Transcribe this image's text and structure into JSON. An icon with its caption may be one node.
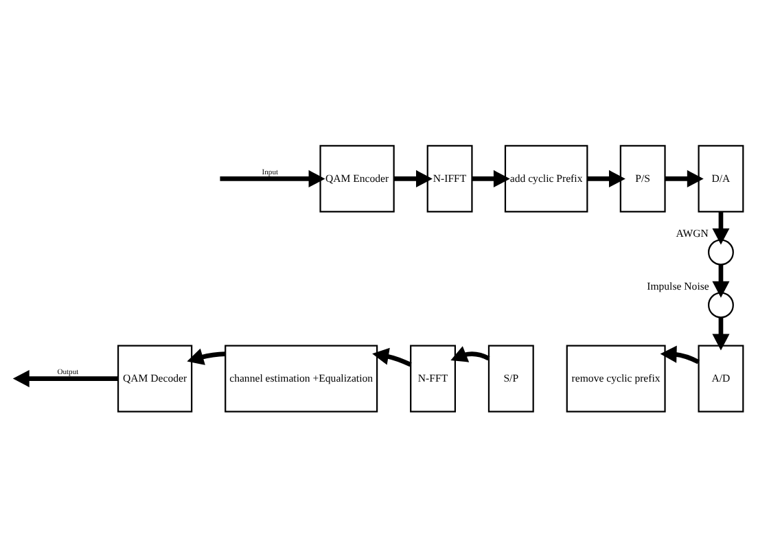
{
  "diagram": {
    "nodes": [
      {
        "text": [
          "QAM Encoder"
        ]
      },
      {
        "text": [
          "N-IFFT"
        ]
      },
      {
        "text": [
          "add cyclic Prefix"
        ]
      },
      {
        "text": [
          "P/S"
        ]
      },
      {
        "text": [
          "D/A"
        ]
      },
      {
        "text": [],
        "shape": "circle",
        "beside": [
          "AWGN"
        ]
      },
      {
        "text": [],
        "shape": "circle",
        "beside": [
          "Impulse Noise"
        ]
      },
      {
        "text": [
          "A/D"
        ]
      },
      {
        "text": [
          "remove cyclic prefix"
        ]
      },
      {
        "text": [
          "S/P"
        ]
      },
      {
        "text": [
          "N-FFT"
        ]
      },
      {
        "text": [
          "channel estimation +Equalization"
        ]
      },
      {
        "text": [
          "QAM Decoder"
        ]
      }
    ],
    "edges": [
      {
        "from": null,
        "to": 0,
        "arrow": "to",
        "label": "Input"
      },
      {
        "from": 0,
        "to": 1,
        "arrow": "to"
      },
      {
        "from": 1,
        "to": 2,
        "arrow": "to"
      },
      {
        "from": 2,
        "to": 3,
        "arrow": "to"
      },
      {
        "from": 3,
        "to": 4,
        "arrow": "to"
      },
      {
        "from": 4,
        "to": 5,
        "arrow": "to"
      },
      {
        "from": 5,
        "to": 6,
        "arrow": "to"
      },
      {
        "from": 6,
        "to": 7,
        "arrow": "to"
      },
      {
        "from": 7,
        "to": 8,
        "arrow": "to"
      },
      {
        "from": 9,
        "to": 10,
        "arrow": "to"
      },
      {
        "from": 10,
        "to": 11,
        "arrow": "to"
      },
      {
        "from": 11,
        "to": 12,
        "arrow": "to"
      },
      {
        "from": 12,
        "to": null,
        "arrow": "to",
        "label": "Output"
      }
    ]
  }
}
